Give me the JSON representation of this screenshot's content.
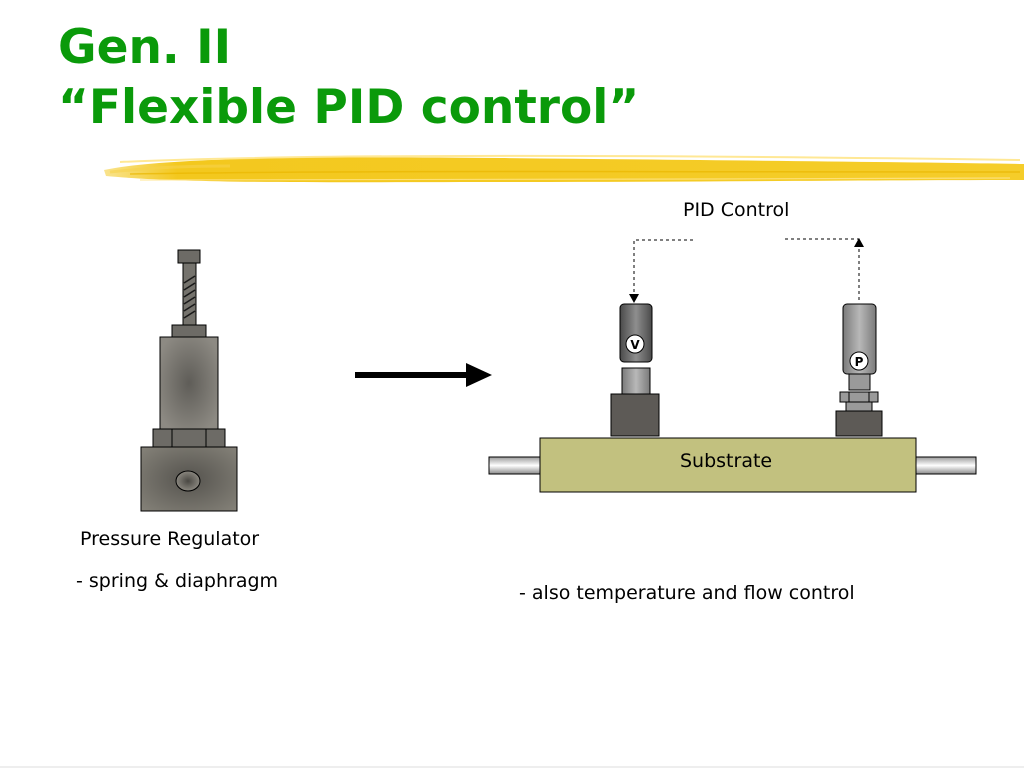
{
  "slide": {
    "title_line1": "Gen. II",
    "title_line2": "“Flexible PID control”",
    "title_color": "#0a9a0a",
    "highlight_color": "#f3c81e"
  },
  "diagram": {
    "pid_label": "PID Control",
    "substrate_label": "Substrate",
    "valve_letter": "V",
    "pressure_letter": "P",
    "regulator_label": "Pressure Regulator",
    "regulator_sublabel": "- spring & diaphragm",
    "also_label": "- also temperature and flow control",
    "substrate_color": "#c2c17f",
    "component_color": "#6d6b66"
  }
}
